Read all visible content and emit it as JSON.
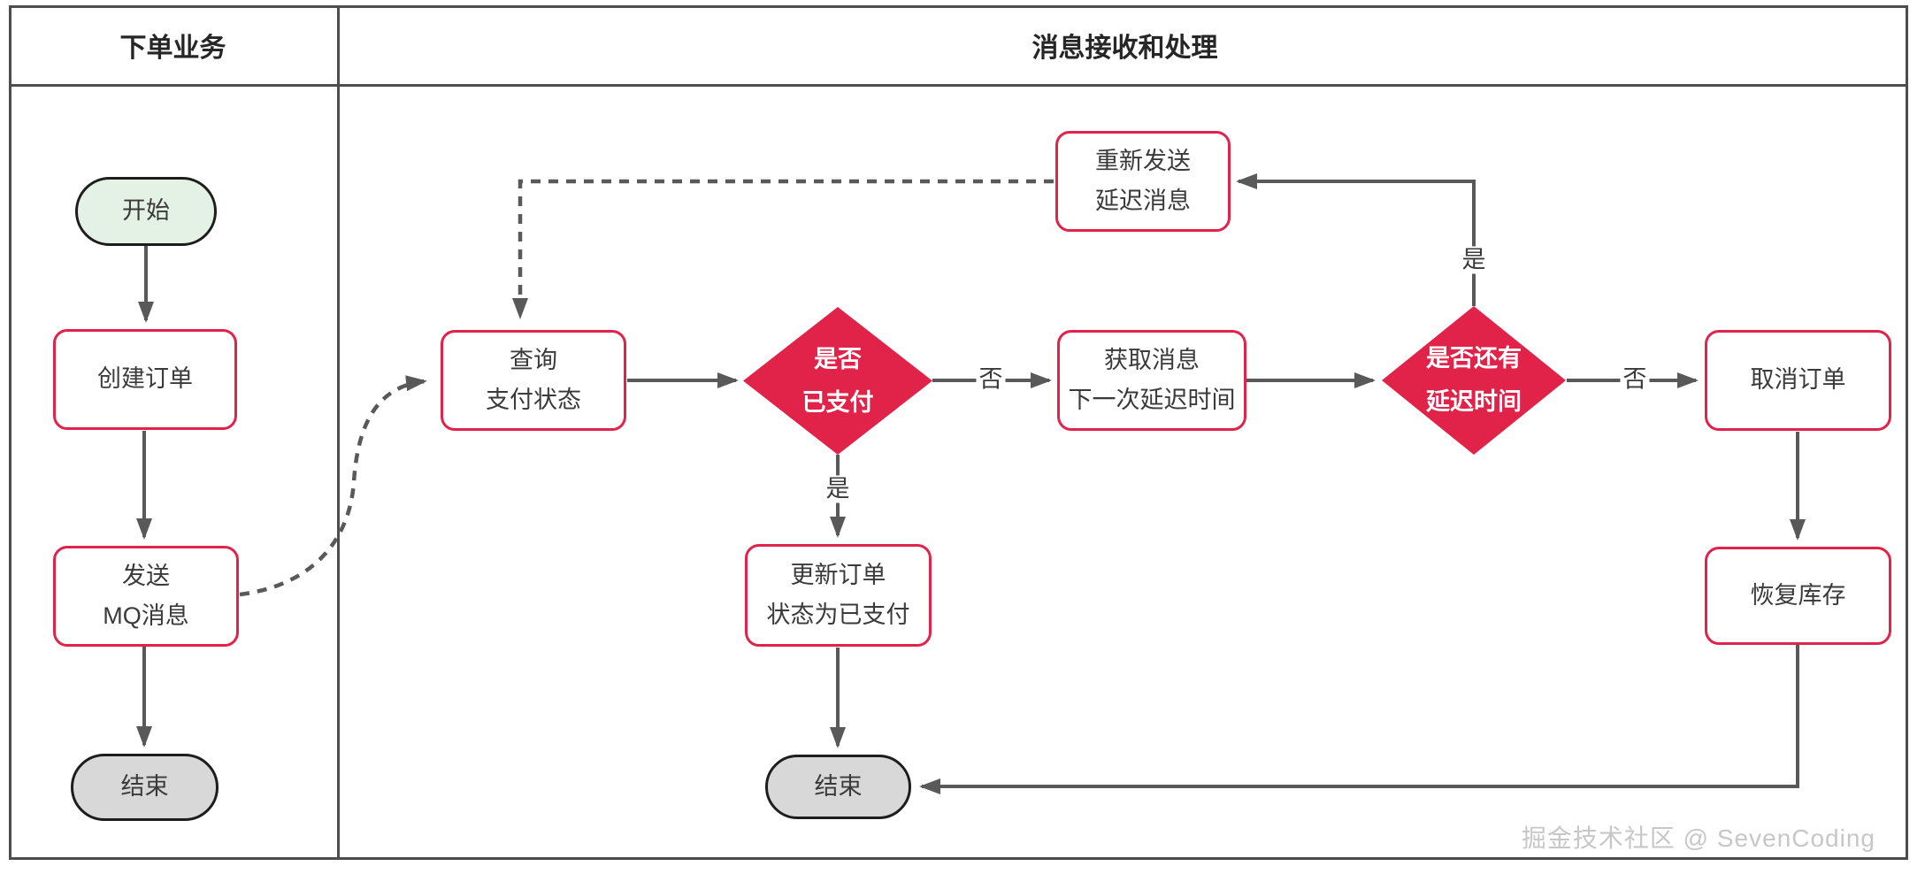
{
  "lanes": {
    "left": {
      "title": "下单业务"
    },
    "right": {
      "title": "消息接收和处理"
    }
  },
  "nodes": {
    "start": {
      "label": "开始"
    },
    "create_order": {
      "label": "创建订单"
    },
    "send_mq": {
      "line1": "发送",
      "line2": "MQ消息"
    },
    "end_left": {
      "label": "结束"
    },
    "query_status": {
      "line1": "查询",
      "line2": "支付状态"
    },
    "is_paid": {
      "line1": "是否",
      "line2": "已支付"
    },
    "get_delay": {
      "line1": "获取消息",
      "line2": "下一次延迟时间"
    },
    "has_delay": {
      "line1": "是否还有",
      "line2": "延迟时间"
    },
    "cancel_order": {
      "label": "取消订单"
    },
    "resend_delay": {
      "line1": "重新发送",
      "line2": "延迟消息"
    },
    "update_order": {
      "line1": "更新订单",
      "line2": "状态为已支付"
    },
    "end_mid": {
      "label": "结束"
    },
    "restore_stock": {
      "label": "恢复库存"
    }
  },
  "edge_labels": {
    "is_paid_no": "否",
    "is_paid_yes": "是",
    "has_delay_no": "否",
    "has_delay_yes": "是"
  },
  "watermark": "掘金技术社区 @ SevenCoding",
  "colors": {
    "accent_red": "#e1234a",
    "start_fill": "#e4f1e5",
    "end_fill": "#d8d8d8",
    "line_gray": "#595959",
    "frame_gray": "#4d4d4d"
  }
}
